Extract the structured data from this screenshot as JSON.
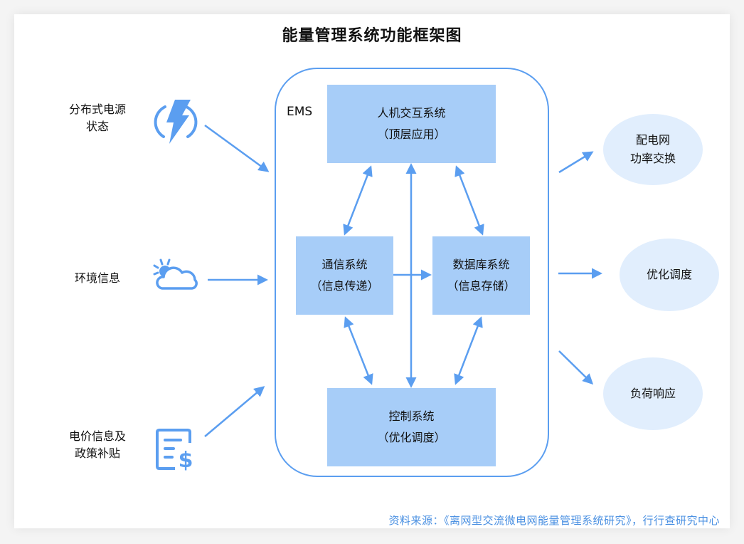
{
  "title": "能量管理系统功能框架图",
  "colors": {
    "accent": "#5b9ef0",
    "box_fill": "#a7cdf8",
    "ellipse_fill": "#e1eefd",
    "source_text": "#4a90e2"
  },
  "inputs": [
    {
      "line1": "分布式电源",
      "line2": "状态",
      "icon": "lightning-bolt-icon"
    },
    {
      "line1": "环境信息",
      "line2": "",
      "icon": "sun-cloud-icon"
    },
    {
      "line1": "电价信息及",
      "line2": "政策补贴",
      "icon": "bill-dollar-icon"
    }
  ],
  "ems": {
    "label": "EMS",
    "modules": {
      "hmi": {
        "name": "人机交互系统",
        "sub": "（顶层应用）"
      },
      "comm": {
        "name": "通信系统",
        "sub": "（信息传递）"
      },
      "db": {
        "name": "数据库系统",
        "sub": "（信息存储）"
      },
      "control": {
        "name": "控制系统",
        "sub": "（优化调度）"
      }
    }
  },
  "outputs": [
    {
      "line1": "配电网",
      "line2": "功率交换"
    },
    {
      "line1": "优化调度",
      "line2": ""
    },
    {
      "line1": "负荷响应",
      "line2": ""
    }
  ],
  "source": "资料来源：《离网型交流微电网能量管理系统研究》，行行查研究中心"
}
